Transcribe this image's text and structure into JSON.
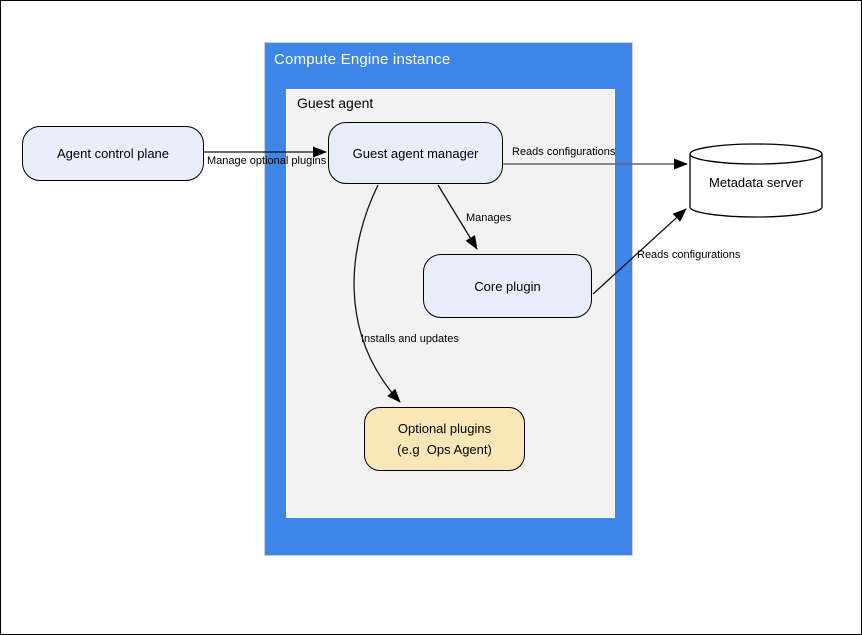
{
  "title": "Compute Engine instance",
  "guest_agent_label": "Guest agent",
  "nodes": {
    "agent_control_plane": {
      "label": "Agent control plane"
    },
    "guest_agent_manager": {
      "label": "Guest agent manager"
    },
    "core_plugin": {
      "label": "Core plugin"
    },
    "optional_plugins": {
      "label_line1": "Optional plugins",
      "label_line2": "(e.g  Ops Agent)"
    },
    "metadata_server": {
      "label": "Metadata server"
    }
  },
  "edges": {
    "manage_optional_plugins": {
      "label": "Manage optional plugins",
      "from": "agent_control_plane",
      "to": "guest_agent_manager"
    },
    "reads_configurations_manager": {
      "label": "Reads configurations",
      "from": "guest_agent_manager",
      "to": "metadata_server"
    },
    "manages": {
      "label": "Manages",
      "from": "guest_agent_manager",
      "to": "core_plugin"
    },
    "reads_configurations_core": {
      "label": "Reads configurations",
      "from": "core_plugin",
      "to": "metadata_server"
    },
    "installs_and_updates": {
      "label": "Installs and updates",
      "from": "guest_agent_manager",
      "to": "optional_plugins"
    }
  },
  "colors": {
    "container_blue": "#3d86e8",
    "container_gray": "#f2f2f3",
    "node_blue_fill": "#e8eefb",
    "node_yellow_fill": "#fae7b7",
    "node_border": "#000000",
    "title_text": "#ffffff",
    "arrow_black": "#141414",
    "arrow_gray": "#666666",
    "page_background": "#ffffff"
  }
}
